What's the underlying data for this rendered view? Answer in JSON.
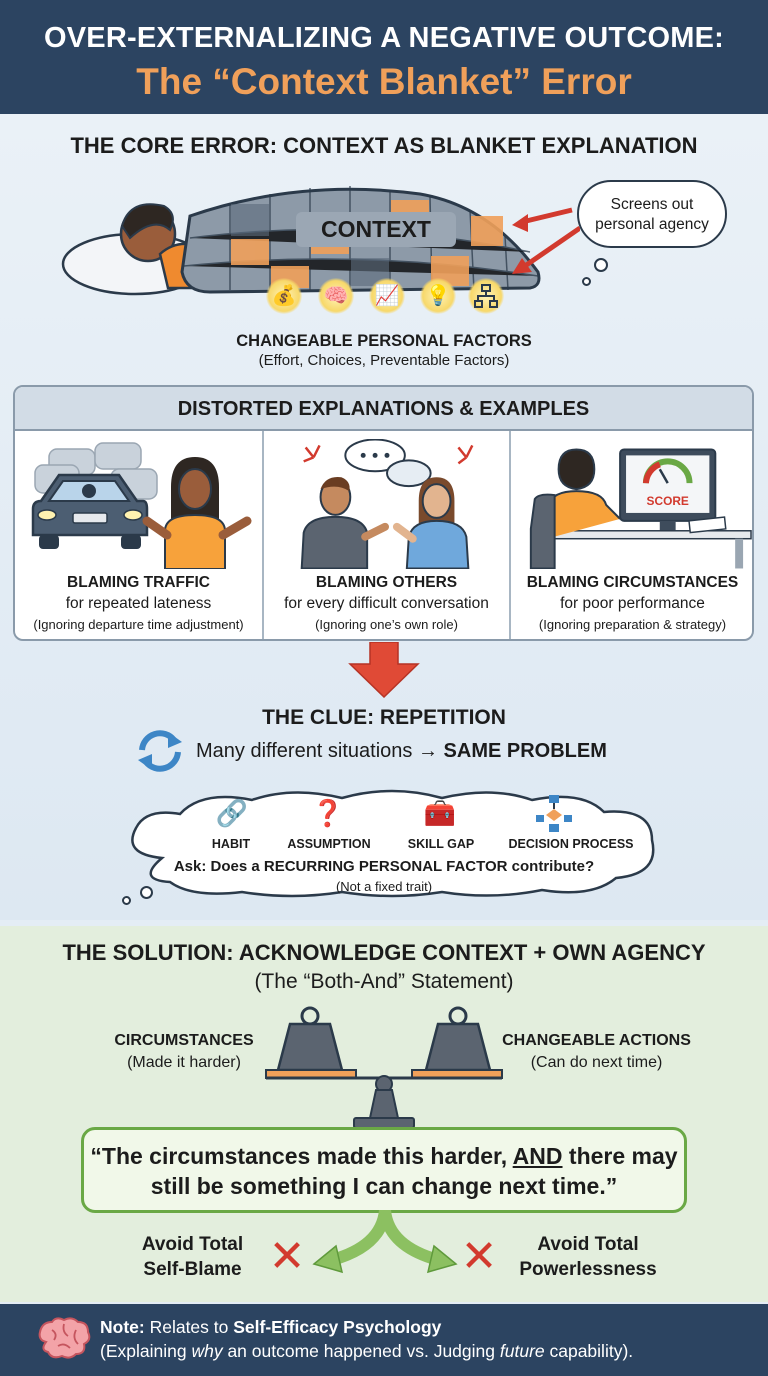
{
  "header": {
    "title_line1": "OVER-EXTERNALIZING A NEGATIVE OUTCOME:",
    "title_line2": "The “Context Blanket” Error"
  },
  "core": {
    "heading": "THE CORE ERROR: CONTEXT AS BLANKET EXPLANATION",
    "blanket_label": "CONTEXT",
    "bubble_line1": "Screens out",
    "bubble_line2": "personal agency",
    "factors_title": "CHANGEABLE PERSONAL FACTORS",
    "factors_sub": "(Effort, Choices, Preventable Factors)"
  },
  "distorted": {
    "heading": "DISTORTED EXPLANATIONS & EXAMPLES",
    "examples": [
      {
        "title": "BLAMING TRAFFIC",
        "sub": "for repeated lateness",
        "note": "(Ignoring departure time adjustment)"
      },
      {
        "title": "BLAMING OTHERS",
        "sub": "for every difficult conversation",
        "note": "(Ignoring one’s own role)"
      },
      {
        "title": "BLAMING CIRCUMSTANCES",
        "sub": "for poor performance",
        "note": "(Ignoring preparation & strategy)"
      }
    ],
    "score_label": "SCORE"
  },
  "clue": {
    "heading": "THE CLUE: REPETITION",
    "line_start": "Many different situations",
    "arrow": "→",
    "line_end": "SAME PROBLEM",
    "items": [
      "HABIT",
      "ASSUMPTION",
      "SKILL GAP",
      "DECISION PROCESS"
    ],
    "ask": "Ask: Does a RECURRING PERSONAL FACTOR contribute?",
    "ask_note": "(Not a fixed trait)"
  },
  "solution": {
    "heading": "THE SOLUTION: ACKNOWLEDGE CONTEXT + OWN AGENCY",
    "sub": "(The “Both-And” Statement)",
    "left_title": "CIRCUMSTANCES",
    "left_sub": "(Made it harder)",
    "right_title": "CHANGEABLE ACTIONS",
    "right_sub": "(Can do next time)",
    "quote_part1": "“The circumstances made this harder, ",
    "quote_and": "AND",
    "quote_part2": " there may still be something I can change next time.”",
    "avoid_left_1": "Avoid Total",
    "avoid_left_2": "Self-Blame",
    "avoid_right_1": "Avoid Total",
    "avoid_right_2": "Powerlessness",
    "x_glyph": "✕"
  },
  "footer": {
    "note_label": "Note:",
    "note_text": " Relates to ",
    "note_bold": "Self-Efficacy Psychology",
    "l2_a": "(Explaining ",
    "l2_why": "why",
    "l2_b": " an outcome happened vs. Judging ",
    "l2_future": "future",
    "l2_c": " capability)."
  },
  "colors": {
    "navy": "#2c4461",
    "orange": "#f0a05a",
    "red": "#d23a2e",
    "green": "#6aa845"
  }
}
